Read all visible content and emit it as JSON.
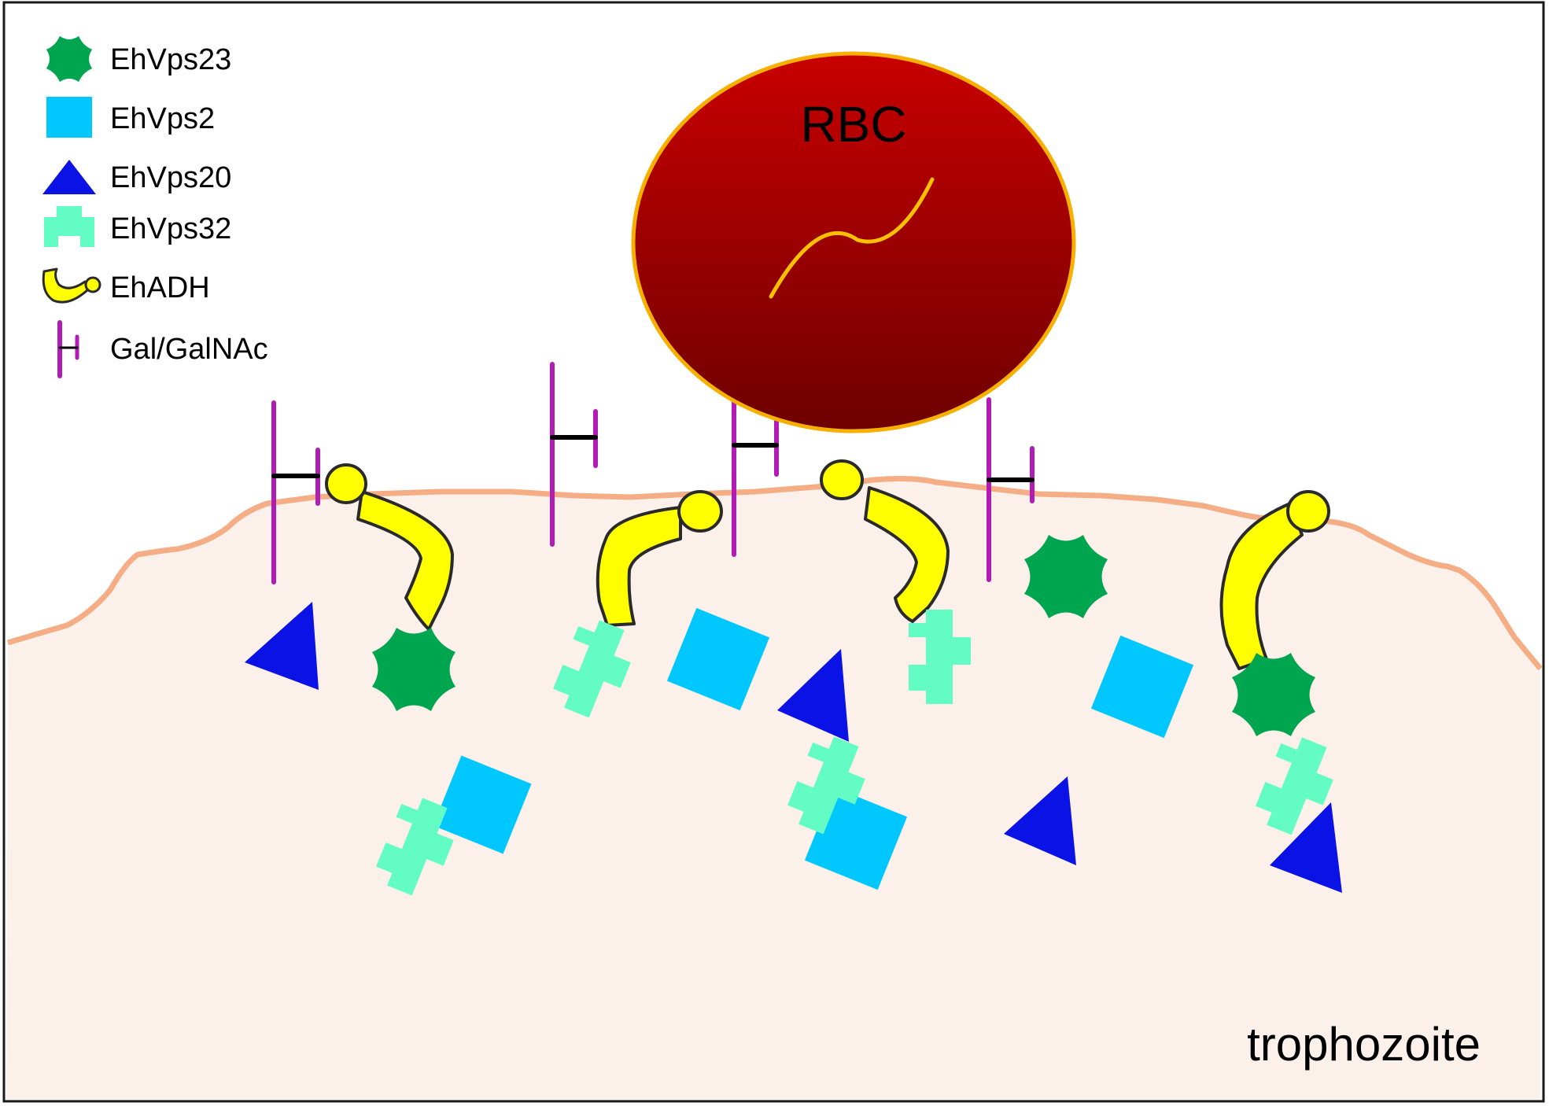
{
  "legend": {
    "items": [
      {
        "key": "vps23",
        "label": "EhVps23",
        "color": "#00a550",
        "icon": "eight-notch-star-icon"
      },
      {
        "key": "vps2",
        "label": "EhVps2",
        "color": "#00c8ff",
        "icon": "square-icon"
      },
      {
        "key": "vps20",
        "label": "EhVps20",
        "color": "#0a12e6",
        "icon": "triangle-icon"
      },
      {
        "key": "vps32",
        "label": "EhVps32",
        "color": "#63fcc4",
        "icon": "notched-block-icon"
      },
      {
        "key": "adh",
        "label": "EhADH",
        "color": "#ffff00",
        "icon": "hook-icon"
      },
      {
        "key": "galgalnac",
        "label": "Gal/GalNAc",
        "color": "#b21bb4",
        "icon": "lectin-icon"
      }
    ]
  },
  "rbc": {
    "label": "RBC",
    "fill_top": "#c80000",
    "fill_bottom": "#6e0000",
    "outline": "#f7b000",
    "curve_color": "#ffc000"
  },
  "cell": {
    "label": "trophozoite",
    "fill": "#fbf0ea",
    "membrane_color": "#f4ad85"
  },
  "frame_color": "#1a1a1a"
}
